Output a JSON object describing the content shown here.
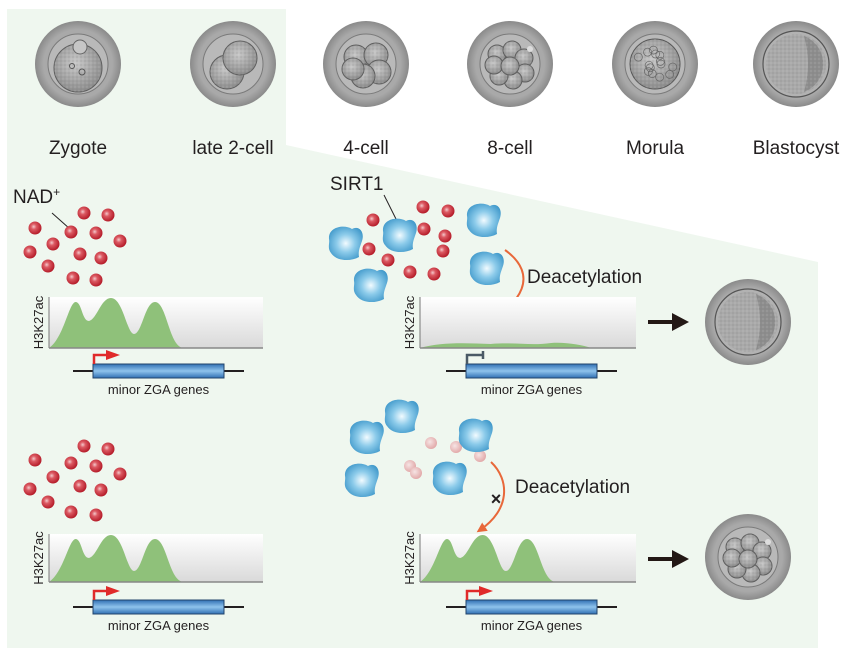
{
  "colors": {
    "panel_bg": "#eff7ef",
    "nad_red": "#d8343f",
    "nad_faded": "#e8b4b4",
    "sirt1_blue": "#5bb3de",
    "signal_green": "#8fc17a",
    "gene_blue": "#3f86c8",
    "arrow_orange": "#e8683a",
    "tss_red": "#e02a2a",
    "tss_blocked": "#4a5a66",
    "zona_gray": "#8f8f8f"
  },
  "stages": [
    {
      "label": "Zygote",
      "type": "zygote"
    },
    {
      "label": "late 2-cell",
      "type": "two-cell"
    },
    {
      "label": "4-cell",
      "type": "four-cell"
    },
    {
      "label": "8-cell",
      "type": "eight-cell"
    },
    {
      "label": "Morula",
      "type": "morula"
    },
    {
      "label": "Blastocyst",
      "type": "blastocyst"
    }
  ],
  "labels": {
    "nad": "NAD",
    "nad_superscript": "+",
    "sirt1": "SIRT1",
    "deacetylation_top": "Deacetylation",
    "deacetylation_bottom": "Deacetylation",
    "blocked_mark": "×"
  },
  "panels": [
    {
      "id": "top-left",
      "axis_label": "H3K27ac",
      "gene_label": "minor ZGA genes",
      "signal": "high",
      "tss": "active"
    },
    {
      "id": "top-right",
      "axis_label": "H3K27ac",
      "gene_label": "minor ZGA genes",
      "signal": "low",
      "tss": "repressed",
      "outcome": "Blastocyst"
    },
    {
      "id": "bottom-left",
      "axis_label": "H3K27ac",
      "gene_label": "minor ZGA genes",
      "signal": "high",
      "tss": "active"
    },
    {
      "id": "bottom-right",
      "axis_label": "H3K27ac",
      "gene_label": "minor ZGA genes",
      "signal": "high",
      "tss": "active",
      "outcome": "8-cell"
    }
  ]
}
